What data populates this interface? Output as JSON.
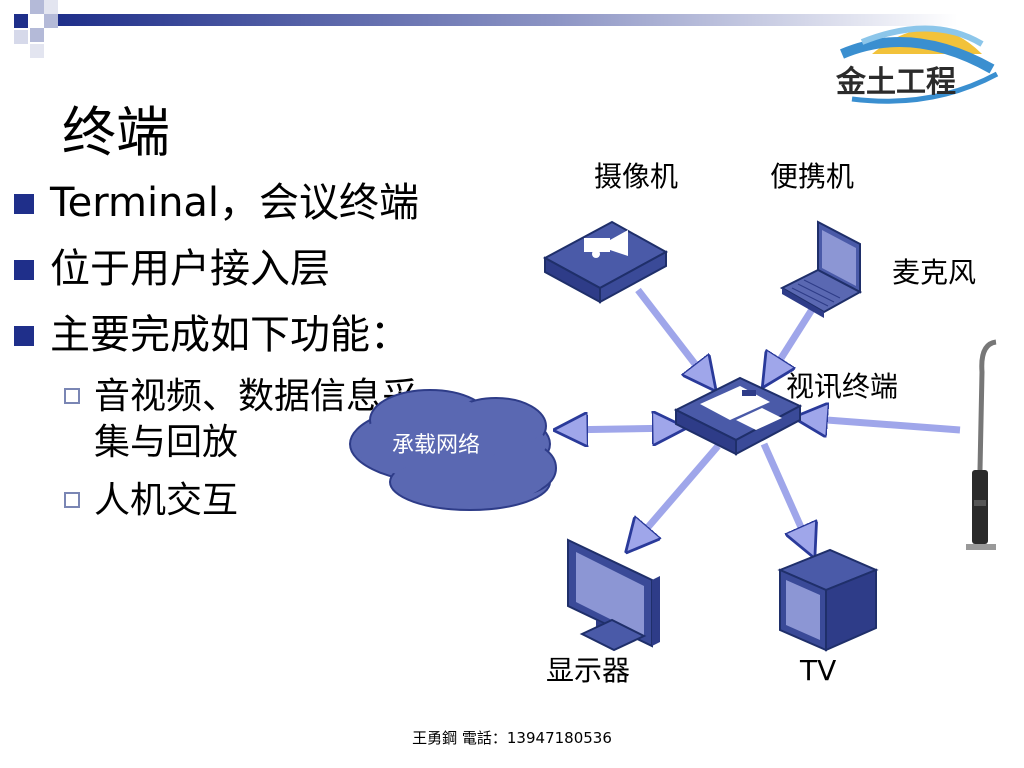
{
  "slide": {
    "title": "终端",
    "bullets": [
      {
        "text": "Terminal，会议终端"
      },
      {
        "text": "位于用户接入层"
      },
      {
        "text": "主要完成如下功能：",
        "sub": [
          "音视频、数据信息采集与回放",
          "人机交互"
        ]
      }
    ],
    "footer": "王勇鋼  電話：13947180536"
  },
  "logo": {
    "text": "金土工程"
  },
  "diagram": {
    "labels": {
      "camera": "摄像机",
      "laptop": "便携机",
      "microphone": "麦克风",
      "terminal": "视讯终端",
      "network": "承载网络",
      "monitor": "显示器",
      "tv": "TV"
    }
  },
  "colors": {
    "accent": "#1f2f8a",
    "device_blue": "#4a5aa8",
    "arrow_fill": "#9fa6ea",
    "cloud": "#5a68b2"
  },
  "icons": [
    "camera-icon",
    "laptop-icon",
    "microphone-icon",
    "video-terminal-icon",
    "cloud-network-icon",
    "monitor-icon",
    "tv-icon"
  ]
}
